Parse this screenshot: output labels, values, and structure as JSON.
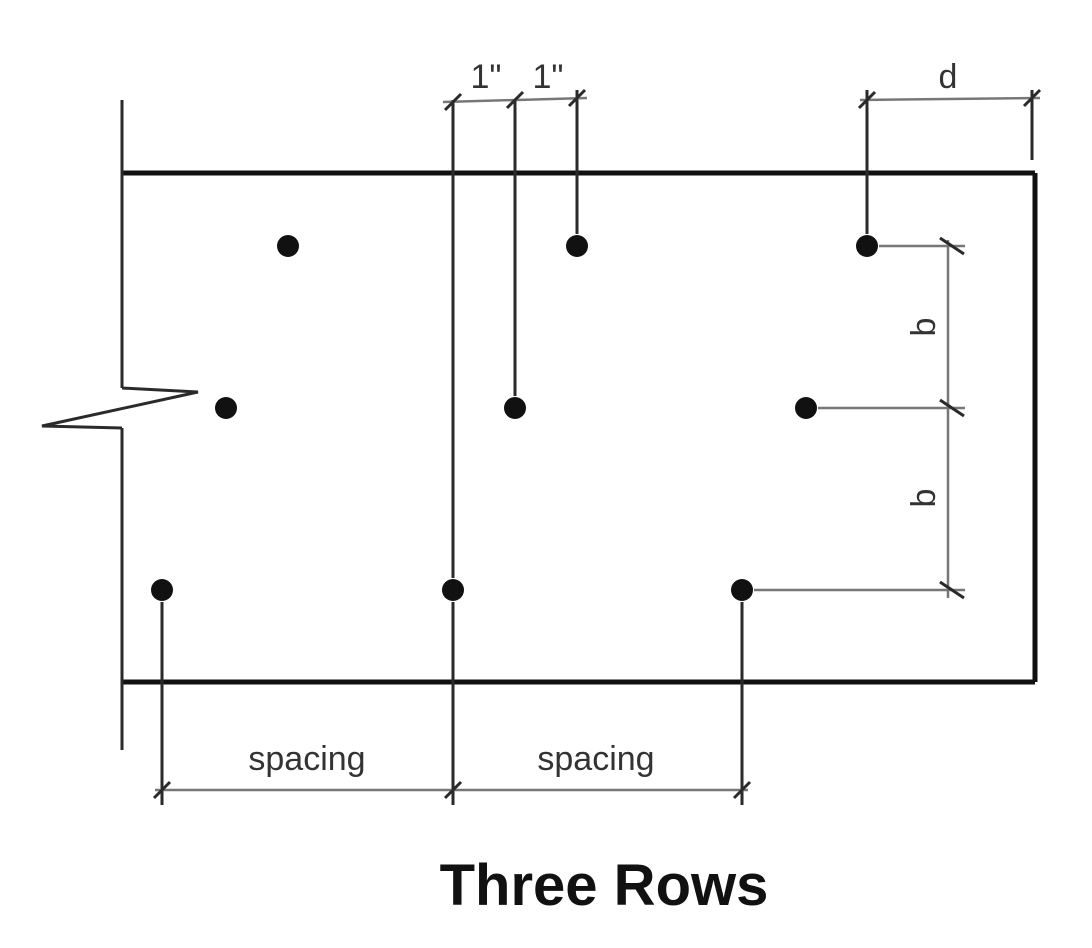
{
  "diagram": {
    "title": "Three Rows",
    "labels": {
      "pitch_left": "1\"",
      "pitch_right": "1\"",
      "edge_distance": "d",
      "gauge_upper": "b",
      "gauge_lower": "b",
      "spacing_left": "spacing",
      "spacing_right": "spacing"
    },
    "colors": {
      "outline": "#111111",
      "dimension": "#777777",
      "bolt": "#111111"
    }
  }
}
